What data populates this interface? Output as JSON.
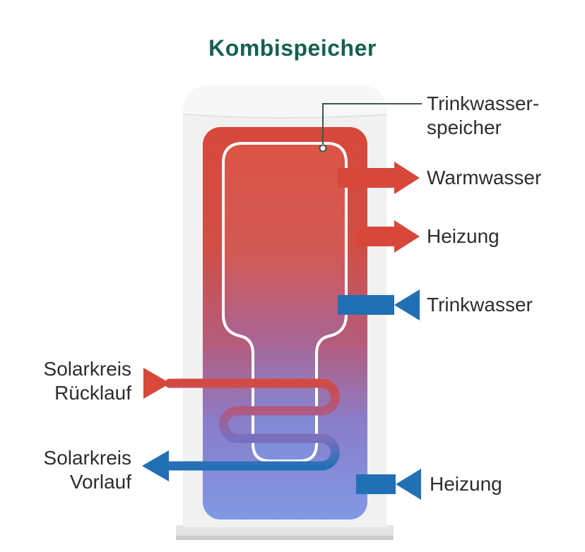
{
  "title": "Kombispeicher",
  "labels": {
    "inner_tank": {
      "line1": "Trinkwasser-",
      "line2": "speicher",
      "pointer": "thin line with circle marker into inner tank"
    },
    "warmwasser": {
      "text": "Warmwasser",
      "arrow": "red-out-right"
    },
    "heizung_top": {
      "text": "Heizung",
      "arrow": "red-out-right"
    },
    "trinkwasser": {
      "text": "Trinkwasser",
      "arrow": "blue-in-left"
    },
    "solar_ruecklauf": {
      "line1": "Solarkreis",
      "line2": "Rücklauf",
      "arrow": "red-in-right"
    },
    "solar_vorlauf": {
      "line1": "Solarkreis",
      "line2": "Vorlauf",
      "arrow": "blue-out-left"
    },
    "heizung_bottom": {
      "text": "Heizung",
      "arrow": "blue-in-left"
    }
  },
  "colors": {
    "title_green": "#14614e",
    "hot_red": "#d7483a",
    "cold_blue": "#2170b5",
    "tank_top": "#d7483a",
    "tank_bottom": "#8099e4",
    "shell_gray": "#f1f1f1",
    "label_text": "#2d2d2d"
  },
  "icons": {
    "pointer_dot": "circle-marker",
    "solar_coil": "serpentine-heat-exchanger"
  }
}
